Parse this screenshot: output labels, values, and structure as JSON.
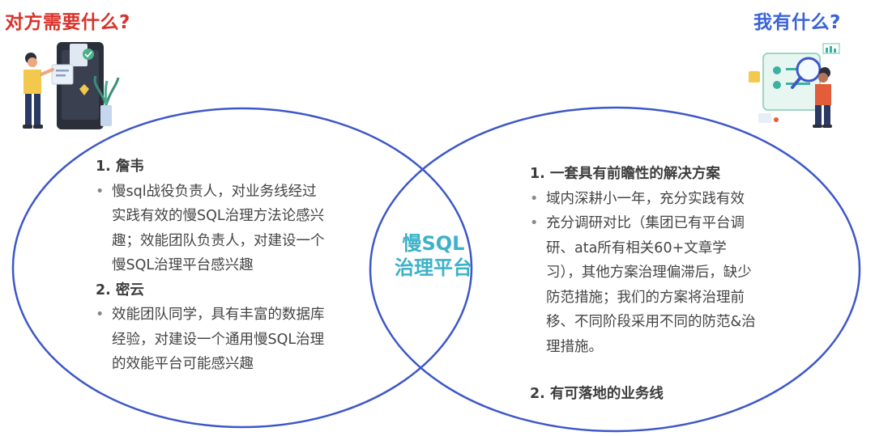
{
  "left_heading": "对方需要什么?",
  "right_heading": "我有什么?",
  "center_label_line1": "慢SQL",
  "center_label_line2": "治理平台",
  "left": {
    "sections": [
      {
        "title": "1. 詹韦",
        "lines": [
          "慢sql战役负责人，对业务线经过",
          "实践有效的慢SQL治理方法论感兴",
          "趣；效能团队负责人，对建设一个",
          "慢SQL治理平台感兴趣"
        ]
      },
      {
        "title": "2. 密云",
        "lines": [
          "效能团队同学，具有丰富的数据库",
          "经验，对建设一个通用慢SQL治理",
          "的效能平台可能感兴趣"
        ]
      }
    ]
  },
  "right": {
    "sections": [
      {
        "title": "1. 一套具有前瞻性的解决方案",
        "bullets": [
          [
            "域内深耕小一年，充分实践有效"
          ],
          [
            "充分调研对比（集团已有平台调",
            "研、ata所有相关60+文章学",
            "习），其他方案治理偏滞后，缺少",
            "防范措施；我们的方案将治理前",
            "移、不同阶段采用不同的防范&治",
            "理措施。"
          ]
        ]
      },
      {
        "title": "2. 有可落地的业务线",
        "bullets": []
      }
    ]
  },
  "colors": {
    "circle_stroke": "#3d57c8",
    "left_heading": "#d9322a",
    "right_heading": "#3a63d8",
    "center_label": "#3bb2c9"
  },
  "icons": [
    "person-with-phone-illustration",
    "person-with-magnifier-illustration"
  ]
}
